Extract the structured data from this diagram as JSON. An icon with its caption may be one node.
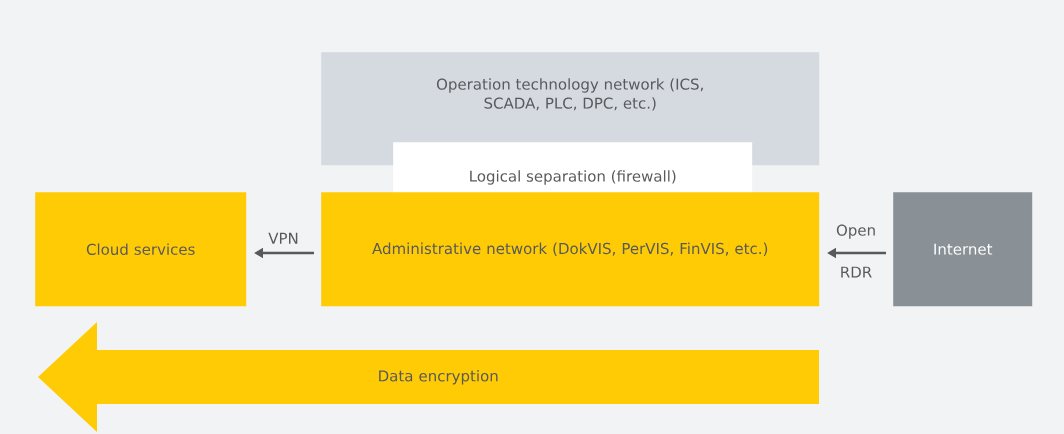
{
  "diagram": {
    "nodes": [
      {
        "text": [
          "Operation technology network (ICS, SCADA, PLC, DPC, etc.)"
        ]
      },
      {
        "text": [
          "Logical separation (firewall)"
        ]
      },
      {
        "text": [
          "Administrative network (DokVIS, PerVIS, FinVIS, etc.)"
        ]
      },
      {
        "text": [
          "Cloud services"
        ]
      },
      {
        "text": [
          "Internet"
        ]
      },
      {
        "text": [
          "Data encryption"
        ]
      }
    ],
    "edges": [
      {
        "from": 2,
        "to": 3,
        "arrow": "to",
        "label": "VPN"
      },
      {
        "from": 4,
        "to": 2,
        "arrow": "to",
        "label": "Open RDR"
      }
    ]
  }
}
